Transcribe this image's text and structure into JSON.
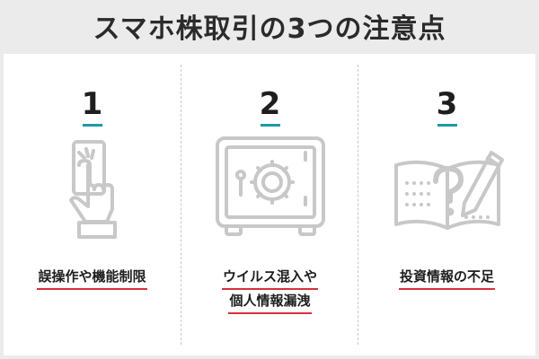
{
  "title": "スマホ株取引の3つの注意点",
  "points": [
    {
      "number": "1",
      "icon": "finger-touch-icon",
      "caption_lines": [
        "誤操作や機能制限"
      ]
    },
    {
      "number": "2",
      "icon": "safe-icon",
      "caption_lines": [
        "ウイルス混入や",
        "個人情報漏洩"
      ]
    },
    {
      "number": "3",
      "icon": "notebook-question-pen-icon",
      "caption_lines": [
        "投資情報の不足"
      ]
    }
  ],
  "colors": {
    "accent_underline": "#1f9aa8",
    "caption_underline": "#d8303a",
    "icon_gray": "#c8c8c8"
  }
}
